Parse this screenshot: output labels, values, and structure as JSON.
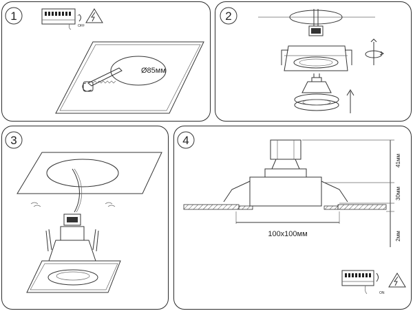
{
  "steps": [
    {
      "number": "1",
      "switch_label": "OFF",
      "cut_diameter": "Ø85мм"
    },
    {
      "number": "2"
    },
    {
      "number": "3"
    },
    {
      "number": "4",
      "width_dim": "100x100мм",
      "height_top": "41мм",
      "height_mid": "30мм",
      "height_bottom": "2мм",
      "switch_label": "ON"
    }
  ],
  "icons": [
    "high-voltage-icon",
    "breaker-icon",
    "rotate-icon",
    "arrow-up-icon",
    "hole-saw-icon"
  ]
}
